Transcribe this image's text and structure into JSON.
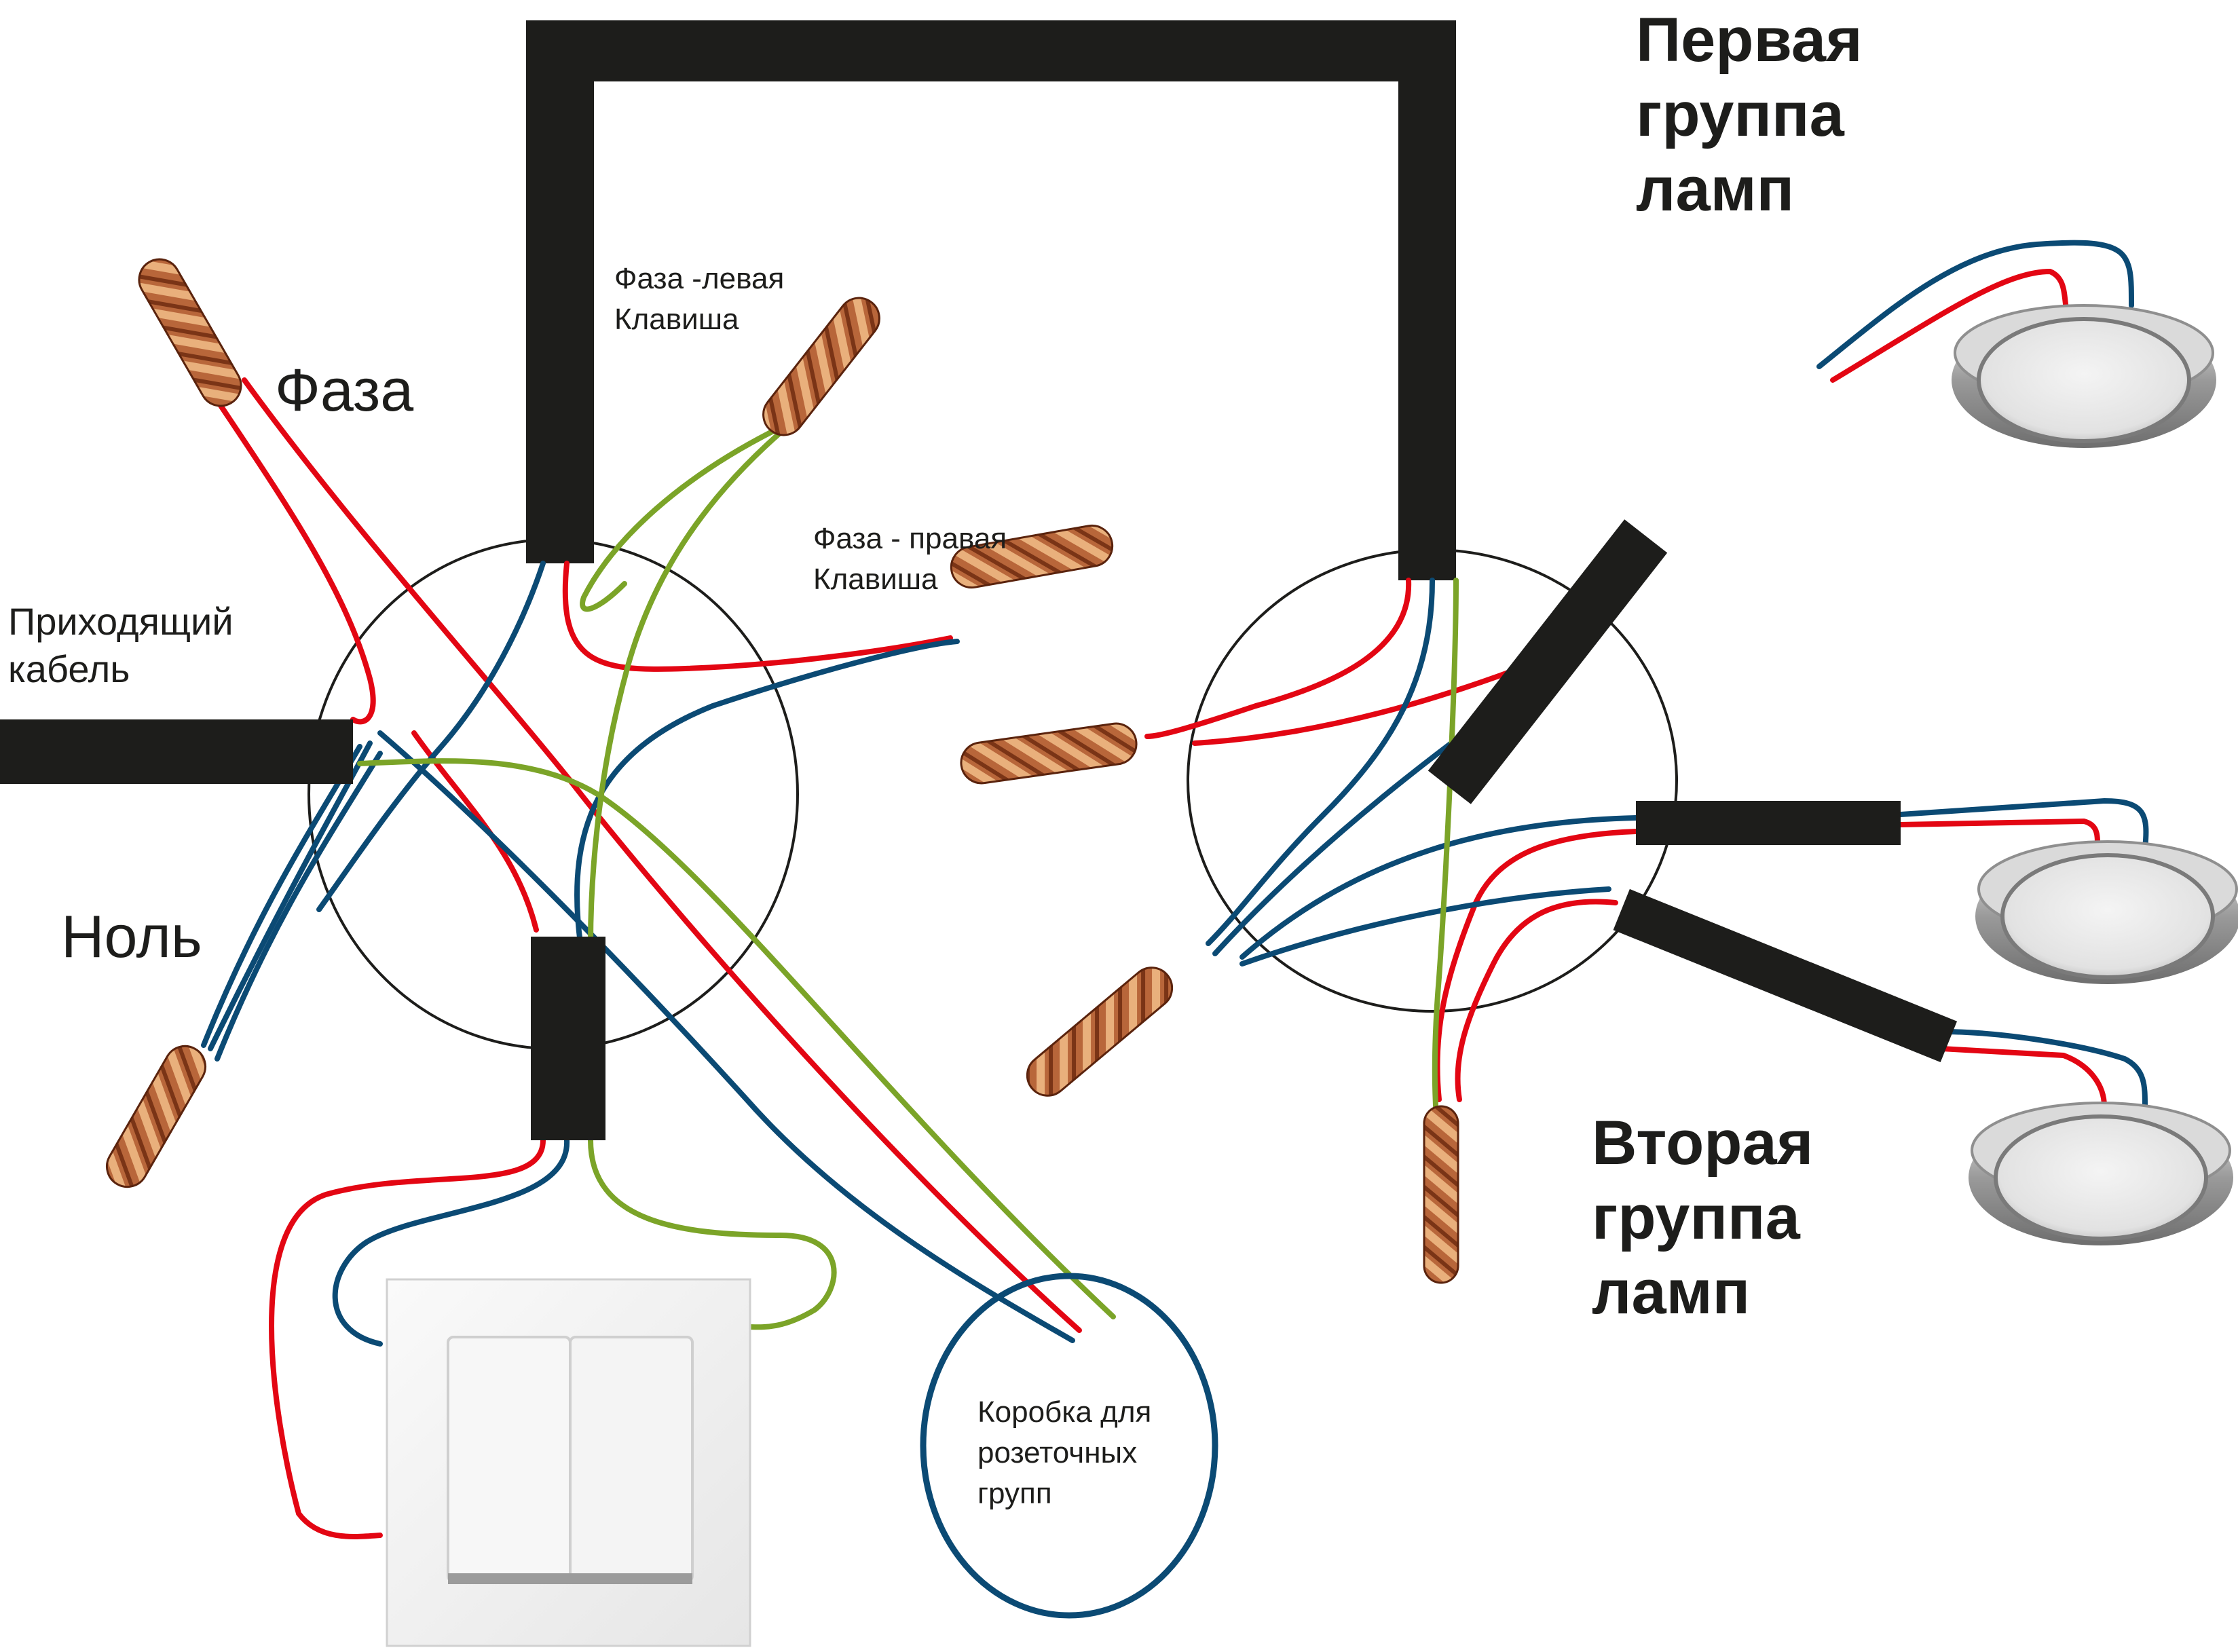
{
  "labels": {
    "phase": "Фаза",
    "neutral": "Ноль",
    "incoming_cable": [
      "Приходящий",
      "кабель"
    ],
    "phase_left_key": [
      "Фаза -левая",
      "Клавиша"
    ],
    "phase_right_key": [
      "Фаза - правая",
      "Клавиша"
    ],
    "socket_box": [
      "Коробка для",
      "розеточных",
      "групп"
    ],
    "first_lamp_group": [
      "Первая",
      "группа",
      "ламп"
    ],
    "second_lamp_group": [
      "Вторая",
      "группа",
      "ламп"
    ]
  },
  "colors": {
    "phase_wire": "#e30613",
    "neutral_wire": "#0b4a74",
    "ground_wire": "#7ba428",
    "cable_sheath": "#1d1d1b",
    "copper": "#b8663a",
    "junction_box_outline": "#1d1d1b",
    "socket_box_outline": "#0b4a74",
    "switch_plate": "#f2f2f2",
    "lamp_body": "#c8c8c8"
  }
}
